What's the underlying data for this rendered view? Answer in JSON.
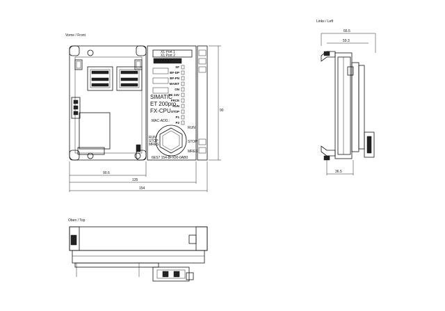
{
  "views": {
    "front_title": "Vorne / Front",
    "left_title": "Links / Left",
    "top_title": "Oben / Top"
  },
  "front_panel": {
    "top_label": "X1 Port 1",
    "top_label2": "X1 Port 2",
    "name_plate": "PROFINET",
    "leds": [
      "SF",
      "BF-DP",
      "BF-PN",
      "MAINT",
      "ON",
      "DC 24V",
      "FRCE",
      "RUN",
      "STOP",
      "P1",
      "P2"
    ],
    "brand_line1": "SIMATIC",
    "brand_line2": "ET 200pro",
    "brand_line3": "FX-CPU",
    "mac_label": "MAC-ADD.:",
    "order_number": "6ES7 154-8FX00-0AB0",
    "mode_labels": [
      "RUN",
      "STOP",
      "MRES"
    ],
    "side_labels": [
      "RUN",
      "STOP",
      "MRES"
    ]
  },
  "dimensions": {
    "front_height": "90",
    "front_width_inner": "90.6",
    "front_width_mid": "135",
    "front_width_outer": "154",
    "left_width_outer": "66.5",
    "left_width_inner": "59.3",
    "left_bottom": "36.5"
  }
}
